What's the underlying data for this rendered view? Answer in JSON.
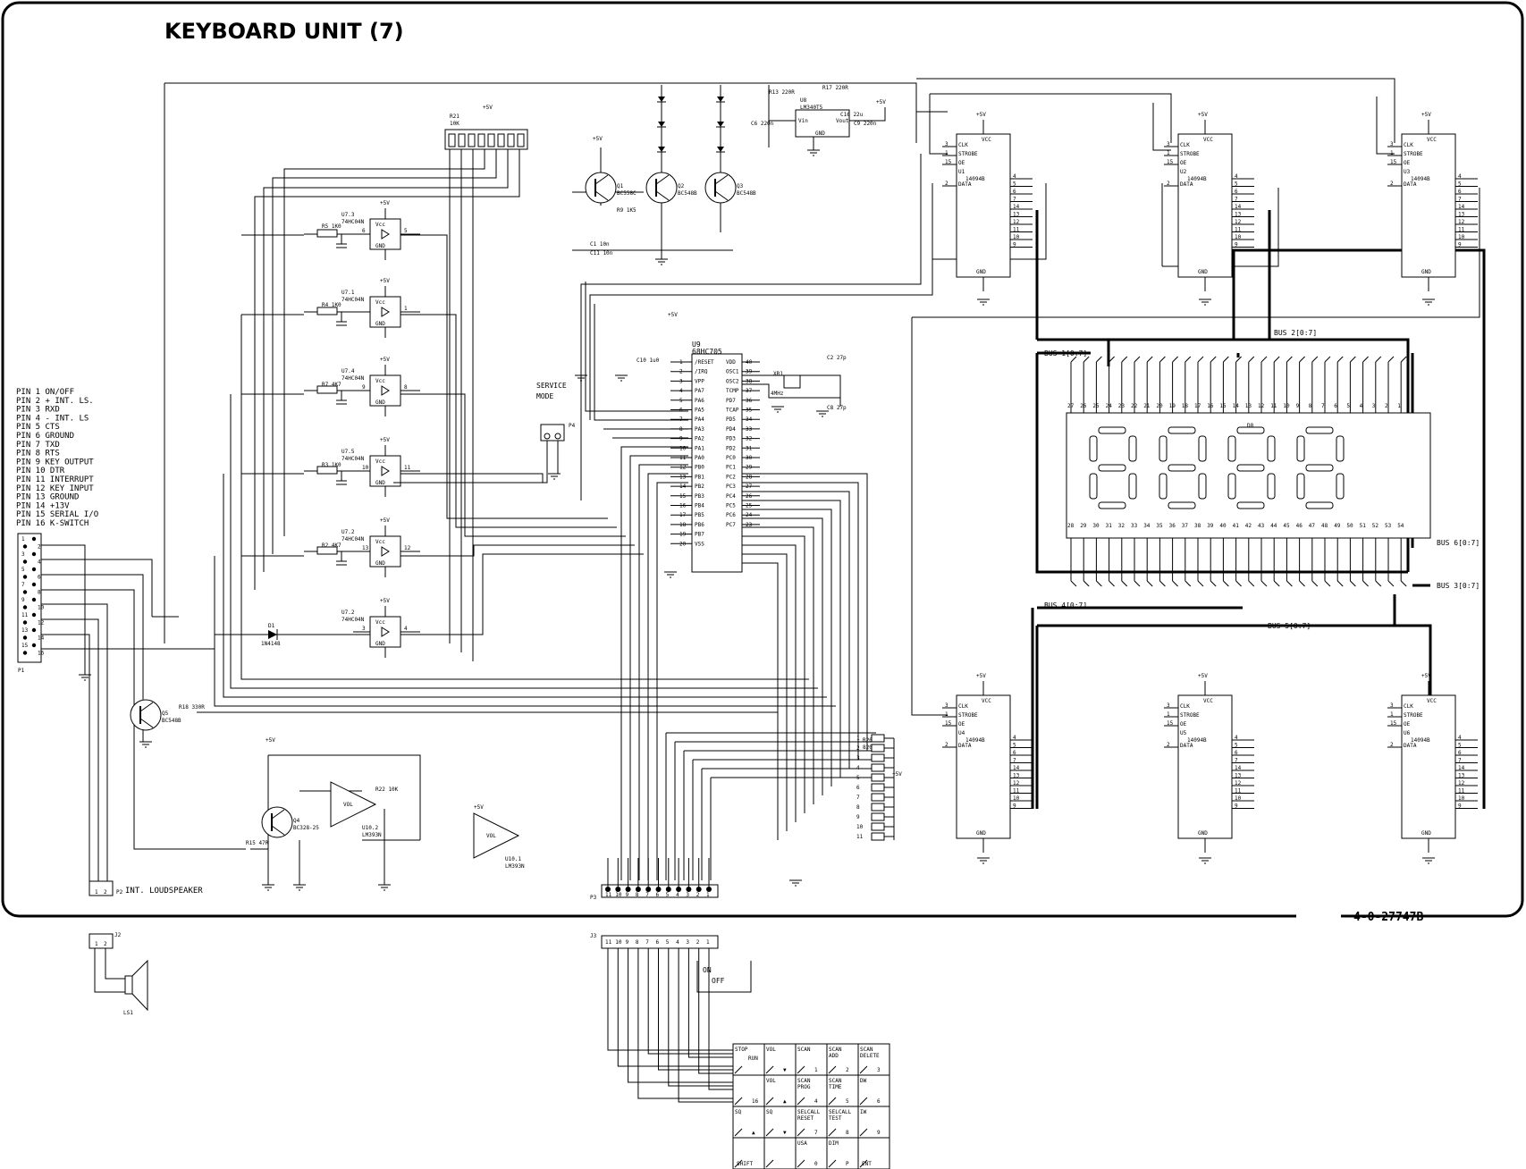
{
  "title": "KEYBOARD UNIT (7)",
  "drawing_number": "4-0-27747B",
  "service_mode": [
    "SERVICE",
    "MODE"
  ],
  "connector_p1": {
    "name": "P1",
    "pin_list": [
      "PIN   1  ON/OFF",
      "PIN   2  + INT. LS.",
      "PIN   3  RXD",
      "PIN   4  - INT. LS",
      "PIN   5  CTS",
      "PIN   6  GROUND",
      "PIN   7  TXD",
      "PIN   8  RTS",
      "PIN   9  KEY OUTPUT",
      "PIN  10  DTR",
      "PIN  11  INTERRUPT",
      "PIN  12  KEY INPUT",
      "PIN  13  GROUND",
      "PIN  14  +13V",
      "PIN  15  SERIAL I/O",
      "PIN  16  K-SWITCH"
    ]
  },
  "loudspeaker": {
    "label": "INT. LOUDSPEAKER",
    "p2": "P2",
    "j2": "J2",
    "ls": "LS1"
  },
  "supply": "+5V",
  "mcu": {
    "ref": "U9",
    "part": "68HC705",
    "left_pins": [
      "/RESET",
      "/IRQ",
      "VPP",
      "PA7",
      "PA6",
      "PA5",
      "PA4",
      "PA3",
      "PA2",
      "PA1",
      "PA0",
      "PB0",
      "PB1",
      "PB2",
      "PB3",
      "PB4",
      "PB5",
      "PB6",
      "PB7",
      "VSS"
    ],
    "right_pins": [
      "VDD",
      "OSC1",
      "OSC2",
      "TCMP",
      "PD7",
      "TCAP",
      "PD5",
      "PD4",
      "PD3",
      "PD2",
      "PC0",
      "PC1",
      "PC2",
      "PC3",
      "PC4",
      "PC5",
      "PC6",
      "PC7"
    ]
  },
  "regulator": {
    "ref": "U8",
    "part": "LM340T5",
    "pins": [
      "Vin",
      "Vout",
      "GND"
    ]
  },
  "transistors": [
    {
      "ref": "Q1",
      "part": "BC558C"
    },
    {
      "ref": "Q2",
      "part": "BC548B"
    },
    {
      "ref": "Q3",
      "part": "BC548B"
    },
    {
      "ref": "Q4",
      "part": "BC328-25"
    },
    {
      "ref": "Q5",
      "part": "BC548B"
    }
  ],
  "inverters": [
    {
      "ref": "U7.3",
      "part": "74HC04N"
    },
    {
      "ref": "U7.1",
      "part": "74HC04N"
    },
    {
      "ref": "U7.4",
      "part": "74HC04N"
    },
    {
      "ref": "U7.5",
      "part": "74HC04N"
    },
    {
      "ref": "U7.2",
      "part": "74HC04N"
    },
    {
      "ref": "U7.2",
      "part": "74HC04N"
    }
  ],
  "shift_registers": [
    {
      "ref": "U1",
      "part": "14094B"
    },
    {
      "ref": "U2",
      "part": "14094B"
    },
    {
      "ref": "U3",
      "part": "14094B"
    },
    {
      "ref": "U4",
      "part": "14094B"
    },
    {
      "ref": "U5",
      "part": "14094B"
    },
    {
      "ref": "U6",
      "part": "14094B"
    }
  ],
  "sr_pins": [
    "CLK",
    "STROBE",
    "OE",
    "DATA",
    "VCC",
    "GND"
  ],
  "opamps": [
    {
      "ref": "U10.2",
      "part": "LM393N"
    },
    {
      "ref": "U10.1",
      "part": "LM393N"
    }
  ],
  "display": {
    "ref": "D8",
    "top_pins": [
      "27",
      "26",
      "25",
      "24",
      "23",
      "22",
      "21",
      "20",
      "19",
      "18",
      "17",
      "16",
      "15",
      "14",
      "13",
      "12",
      "11",
      "10",
      "9",
      "8",
      "7",
      "6",
      "5",
      "4",
      "3",
      "2",
      "1"
    ],
    "bottom_pins": [
      "28",
      "29",
      "30",
      "31",
      "32",
      "33",
      "34",
      "35",
      "36",
      "37",
      "38",
      "39",
      "40",
      "41",
      "42",
      "43",
      "44",
      "45",
      "46",
      "47",
      "48",
      "49",
      "50",
      "51",
      "52",
      "53",
      "54"
    ]
  },
  "buses": [
    "BUS 1[0:7]",
    "BUS 2[0:7]",
    "BUS 3[0:7]",
    "BUS 4[0:7]",
    "BUS 5[0:7]",
    "BUS 6[0:7]"
  ],
  "diode": {
    "ref": "D1",
    "part": "1N4148"
  },
  "crystal": {
    "ref": "XR1",
    "value": "4MHz"
  },
  "resistor_network_top": {
    "ref": "R21",
    "value": "10K"
  },
  "resistor_network_bottom": {
    "ref": "R20",
    "value": "820R"
  },
  "p3_pins": [
    "11",
    "10",
    "9",
    "8",
    "7",
    "6",
    "5",
    "4",
    "3",
    "2",
    "1"
  ],
  "p3": "P3",
  "p4": "P4",
  "j3": "J3",
  "j3_pins": [
    "11",
    "10",
    "9",
    "8",
    "7",
    "6",
    "5",
    "4",
    "3",
    "2",
    "1"
  ],
  "on_off": [
    "ON",
    "OFF"
  ],
  "keypad": [
    [
      {
        "top": "STOP",
        "sub": "RUN",
        "big": ""
      },
      {
        "top": "VOL",
        "sub": "",
        "big": "▼"
      },
      {
        "top": "SCAN",
        "sub": "",
        "big": "1"
      },
      {
        "top": "SCAN ADD",
        "sub": "",
        "big": "2"
      },
      {
        "top": "SCAN DELETE",
        "sub": "",
        "big": "3"
      }
    ],
    [
      {
        "top": "",
        "sub": "",
        "big": "16"
      },
      {
        "top": "VOL",
        "sub": "",
        "big": "▲"
      },
      {
        "top": "SCAN PROG",
        "sub": "",
        "big": "4"
      },
      {
        "top": "SCAN TIME",
        "sub": "",
        "big": "5"
      },
      {
        "top": "DW",
        "sub": "",
        "big": "6"
      }
    ],
    [
      {
        "top": "SQ",
        "sub": "",
        "big": "▲"
      },
      {
        "top": "SQ",
        "sub": "",
        "big": "▼"
      },
      {
        "top": "SELCALL RESET",
        "sub": "",
        "big": "7"
      },
      {
        "top": "SELCALL TEST",
        "sub": "",
        "big": "8"
      },
      {
        "top": "IW",
        "sub": "",
        "big": "9"
      }
    ],
    [
      {
        "top": "",
        "sub": "",
        "big": "SHIFT"
      },
      {
        "top": "",
        "sub": "",
        "big": ""
      },
      {
        "top": "USA",
        "sub": "",
        "big": "0"
      },
      {
        "top": "DIM",
        "sub": "",
        "big": "P"
      },
      {
        "top": "",
        "sub": "",
        "big": "ENT"
      }
    ]
  ],
  "components": {
    "resistors": [
      "R5 1K0",
      "R4 1K0",
      "R7 4K7",
      "R3 1K0",
      "R2 4K7",
      "R18 330R",
      "R15 47R",
      "R22 10K",
      "R9 1K5",
      "R13 220R",
      "R17 220R"
    ],
    "capacitors": [
      "C1 10n",
      "C11 10n",
      "C10 1u0",
      "C2 27p",
      "C8 27p",
      "C6 220n",
      "C9 220n",
      "C16 22u"
    ]
  }
}
